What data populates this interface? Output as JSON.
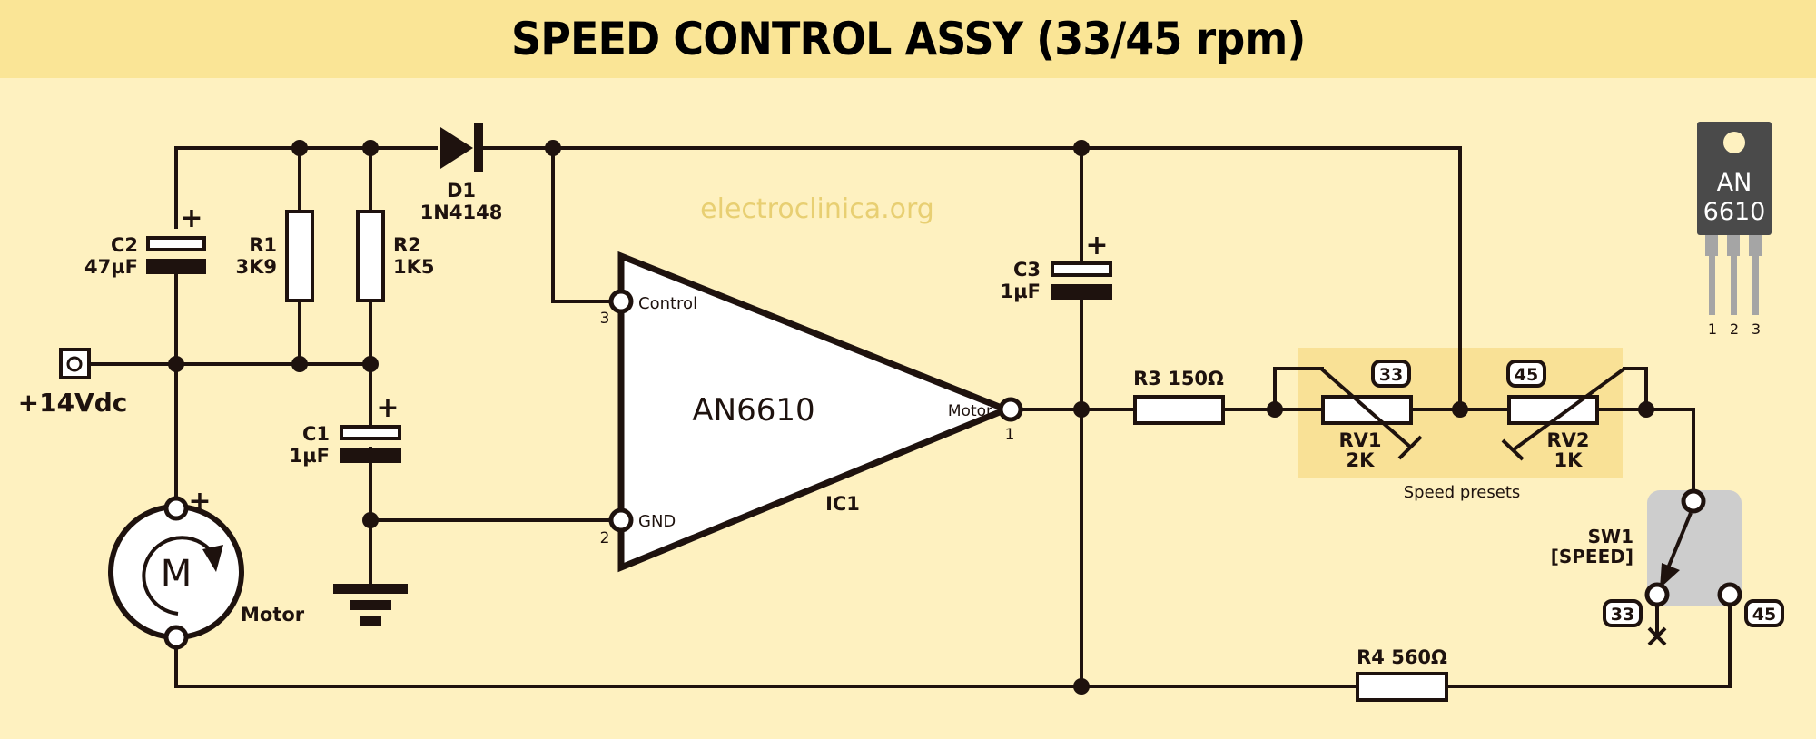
{
  "title": "SPEED CONTROL ASSY (33/45 rpm)",
  "watermark": "electroclinica.org",
  "colors": {
    "background": "#fef1c0",
    "title_bar": "#fae596",
    "wire": "#1e120e",
    "preset_area": "#f9e196",
    "switch_body": "#cdcdcd",
    "ic_package": "#4a4a4a",
    "ic_pins": "#a5a5a5",
    "watermark": "#e8cf72"
  },
  "power": {
    "label": "+14Vdc"
  },
  "components": {
    "c2": {
      "ref": "C2",
      "value": "47µF",
      "polarity": "+"
    },
    "r1": {
      "ref": "R1",
      "value": "3K9"
    },
    "r2": {
      "ref": "R2",
      "value": "1K5"
    },
    "d1": {
      "ref": "D1",
      "value": "1N4148"
    },
    "c1": {
      "ref": "C1",
      "value": "1µF",
      "polarity": "+"
    },
    "c3": {
      "ref": "C3",
      "value": "1µF",
      "polarity": "+"
    },
    "r3": {
      "label": "R3 150Ω"
    },
    "r4": {
      "label": "R4 560Ω"
    },
    "rv1": {
      "ref": "RV1",
      "value": "2K",
      "speed_tag": "33"
    },
    "rv2": {
      "ref": "RV2",
      "value": "1K",
      "speed_tag": "45"
    },
    "motor": {
      "symbol": "M",
      "label": "Motor",
      "polarity": "+"
    },
    "ic1": {
      "ref": "IC1",
      "part": "AN6610",
      "pins": [
        {
          "number": "3",
          "name": "Control"
        },
        {
          "number": "2",
          "name": "GND"
        },
        {
          "number": "1",
          "name": "Motor"
        }
      ]
    },
    "sw1": {
      "ref": "SW1",
      "function": "[SPEED]",
      "positions": [
        "33",
        "45"
      ],
      "selected": "33"
    }
  },
  "presets_caption": "Speed presets",
  "package": {
    "line1": "AN",
    "line2": "6610",
    "pins": [
      "1",
      "2",
      "3"
    ]
  }
}
